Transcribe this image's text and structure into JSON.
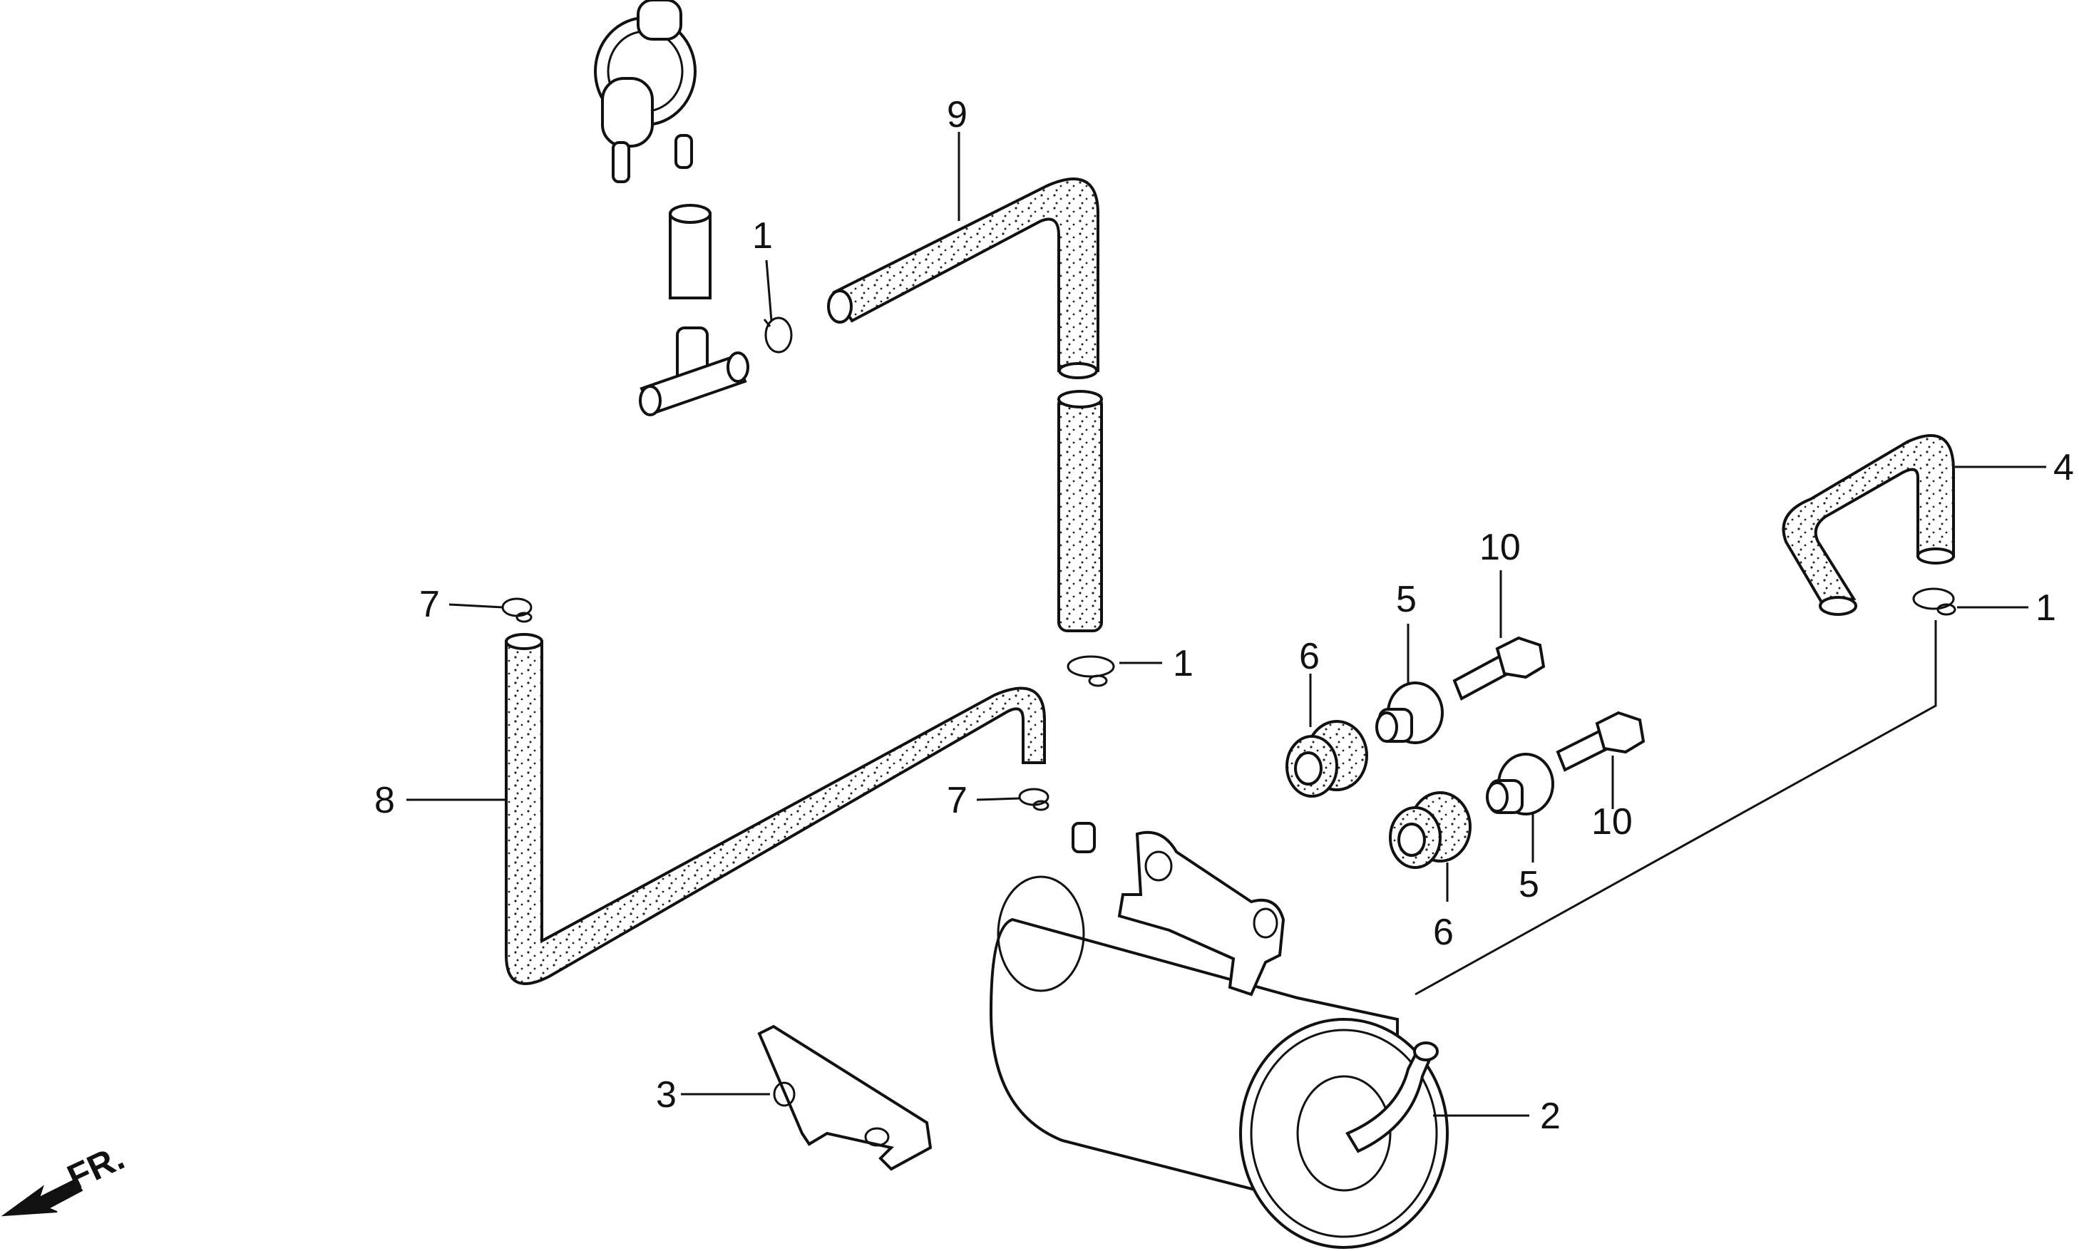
{
  "callouts": {
    "hose_9": "9",
    "clamp_1_top": "1",
    "hose_4": "4",
    "clamp_1_right": "1",
    "clamp_1_mid": "1",
    "bolt_10_top": "10",
    "collar_5_top": "5",
    "grommet_6_top": "6",
    "clip_7_top": "7",
    "hose_8": "8",
    "clip_7_mid": "7",
    "bolt_10_bottom": "10",
    "collar_5_bottom": "5",
    "grommet_6_bottom": "6",
    "bracket_3": "3",
    "canister_2": "2"
  },
  "direction_marker": {
    "label": "FR.",
    "icon": "front-direction-arrow-icon"
  }
}
